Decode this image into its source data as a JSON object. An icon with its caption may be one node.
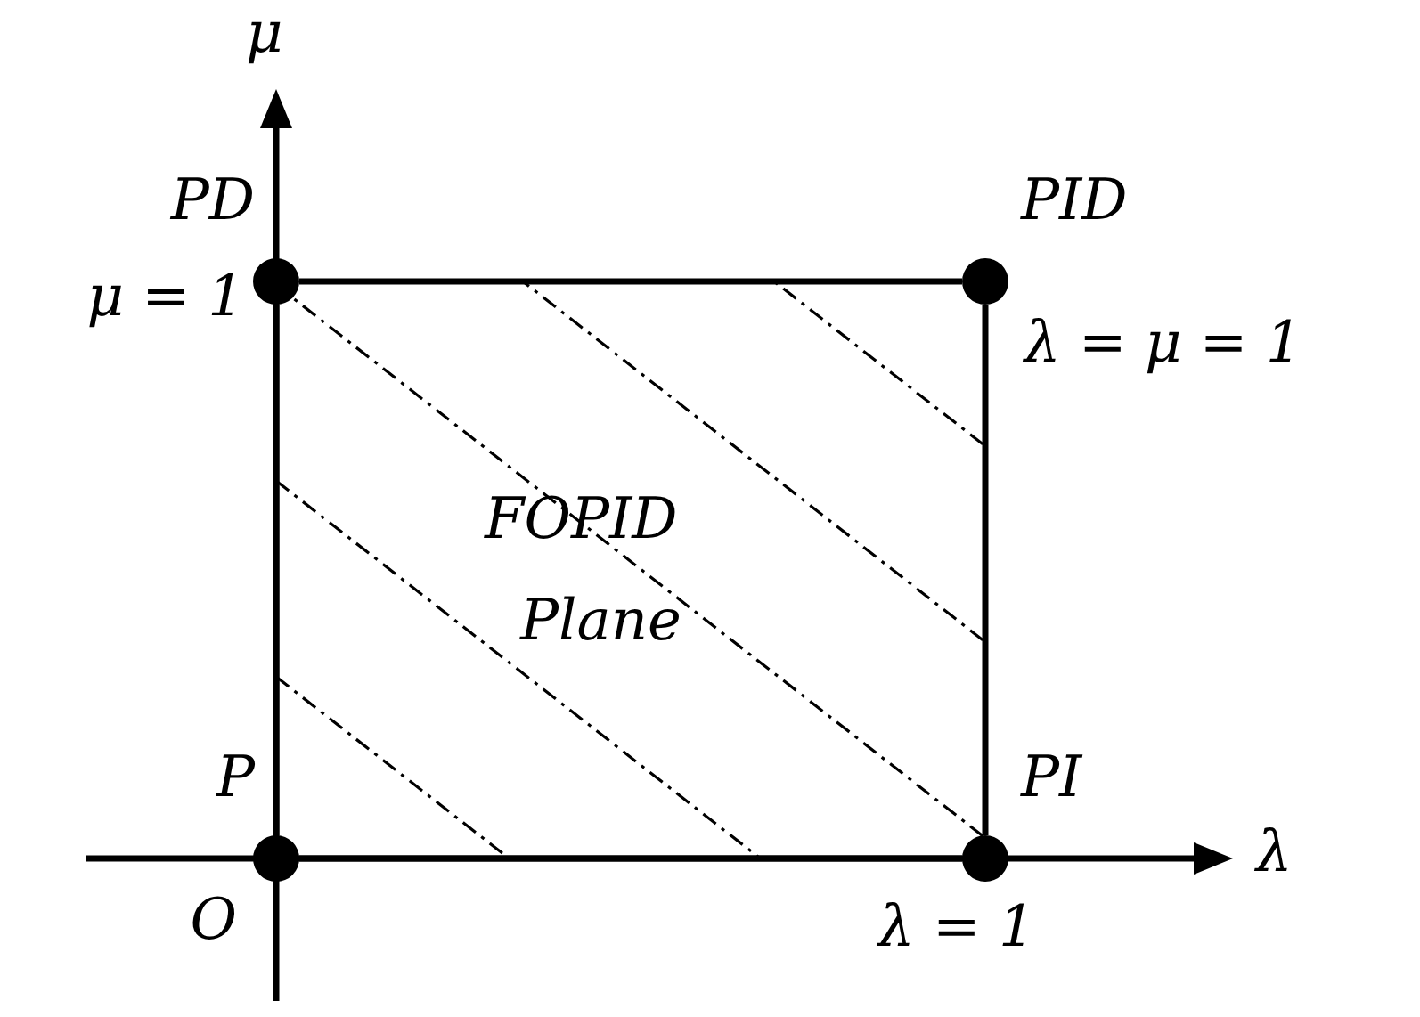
{
  "diagram": {
    "nodes": [
      {
        "text": [
          "PD"
        ],
        "beside": [
          "μ = 1"
        ]
      },
      {
        "text": [
          "PID"
        ],
        "beside": [
          "λ = μ = 1"
        ]
      },
      {
        "text": [
          "P"
        ],
        "beside": [
          "O"
        ]
      },
      {
        "text": [
          "PI"
        ],
        "beside": [
          "λ = 1"
        ]
      }
    ],
    "edges": [
      {
        "from": 0,
        "to": 1,
        "arrow": "none"
      },
      {
        "from": 1,
        "to": 3,
        "arrow": "none"
      },
      {
        "from": 2,
        "to": 3,
        "arrow": "none"
      },
      {
        "from": 2,
        "to": 0,
        "arrow": "none"
      }
    ],
    "labels": [
      "μ",
      "FOPID",
      "Plane",
      "λ"
    ]
  }
}
